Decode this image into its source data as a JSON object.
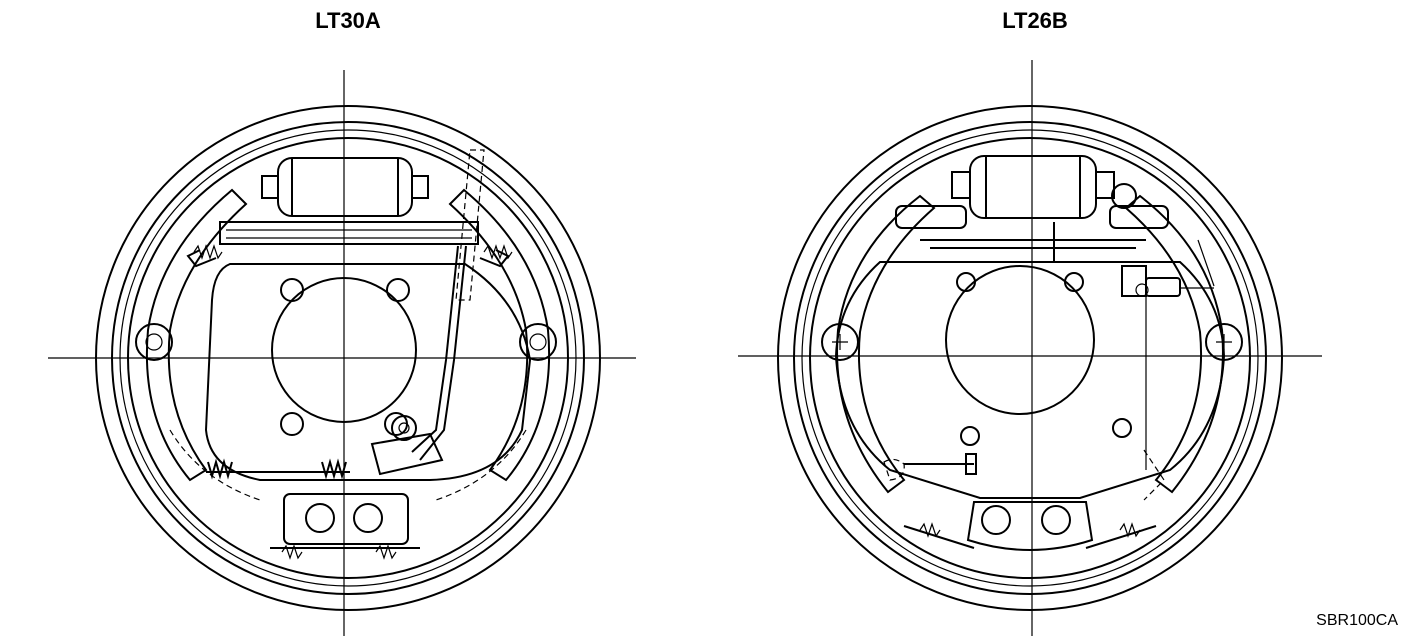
{
  "diagram": {
    "left_title": "LT30A",
    "right_title": "LT26B",
    "figure_code": "SBR100CA",
    "ink_color": "#000000",
    "background_color": "#ffffff"
  }
}
